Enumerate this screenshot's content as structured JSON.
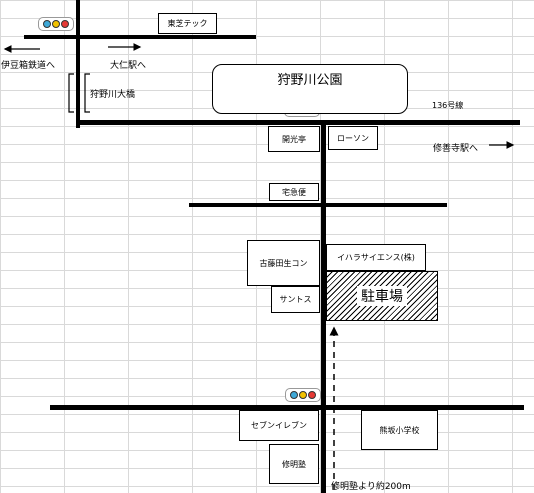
{
  "colors": {
    "signal_blue": "#3fa9d8",
    "signal_yellow": "#f2c200",
    "signal_red": "#e53935"
  },
  "labels": {
    "toshiba": "東芝テック",
    "izu_line": "伊豆箱鉄道へ",
    "ohito": "大仁駅へ",
    "kano_bridge": "狩野川大橋",
    "park": "狩野川公園",
    "route136": "136号線",
    "shuzenji": "修善寺駅へ",
    "kaikoutei": "開光亭",
    "lawson": "ローソン",
    "takkyubin": "宅急便",
    "furufujita": "古藤田生コン",
    "ihara": "イハラサイエンス(株)",
    "suntos": "サントス",
    "parking": "駐車場",
    "seven": "セブンイレブン",
    "school": "熊坂小学校",
    "shumei": "修明塾",
    "distance_note": "修明塾より約200m"
  }
}
